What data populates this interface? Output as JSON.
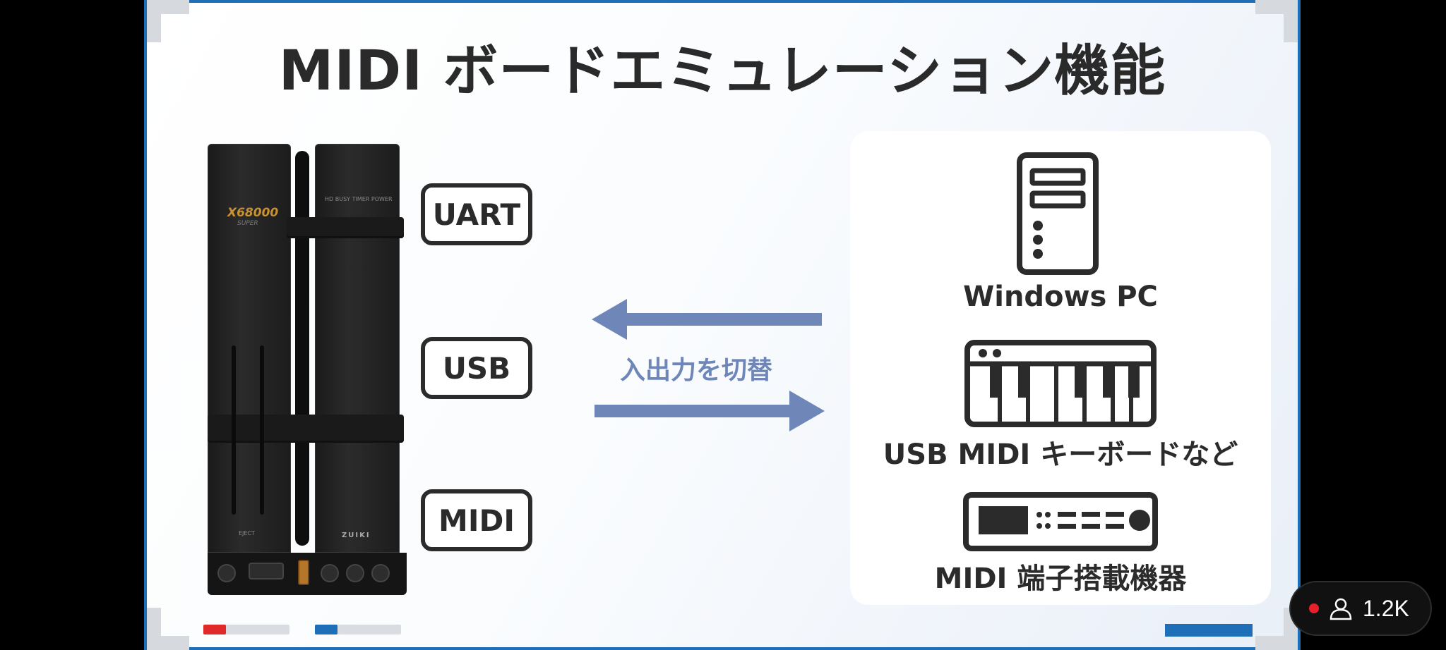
{
  "slide": {
    "title": "MIDI ボードエミュレーション機能",
    "device": {
      "logo": "X68000",
      "logo_sub": "SUPER",
      "indicators": "HD BUSY  TIMER  POWER",
      "eject": "EJECT",
      "brand": "ZUIKI"
    },
    "interfaces": [
      "UART",
      "USB",
      "MIDI"
    ],
    "switch_label": "入出力を切替",
    "targets": [
      {
        "label": "Windows PC",
        "icon": "desktop-tower-icon"
      },
      {
        "label": "USB MIDI キーボードなど",
        "icon": "keyboard-icon"
      },
      {
        "label": "MIDI 端子搭載機器",
        "icon": "midi-rack-device-icon"
      }
    ],
    "arrow_color": "#6f86b8",
    "progress": [
      {
        "color": "#e02a2a",
        "fraction": 0.26
      },
      {
        "color": "#1f6fb8",
        "fraction": 0.26
      }
    ]
  },
  "overlay": {
    "live_indicator_color": "#e8202a",
    "viewer_icon": "person-icon",
    "viewer_count": "1.2K"
  }
}
